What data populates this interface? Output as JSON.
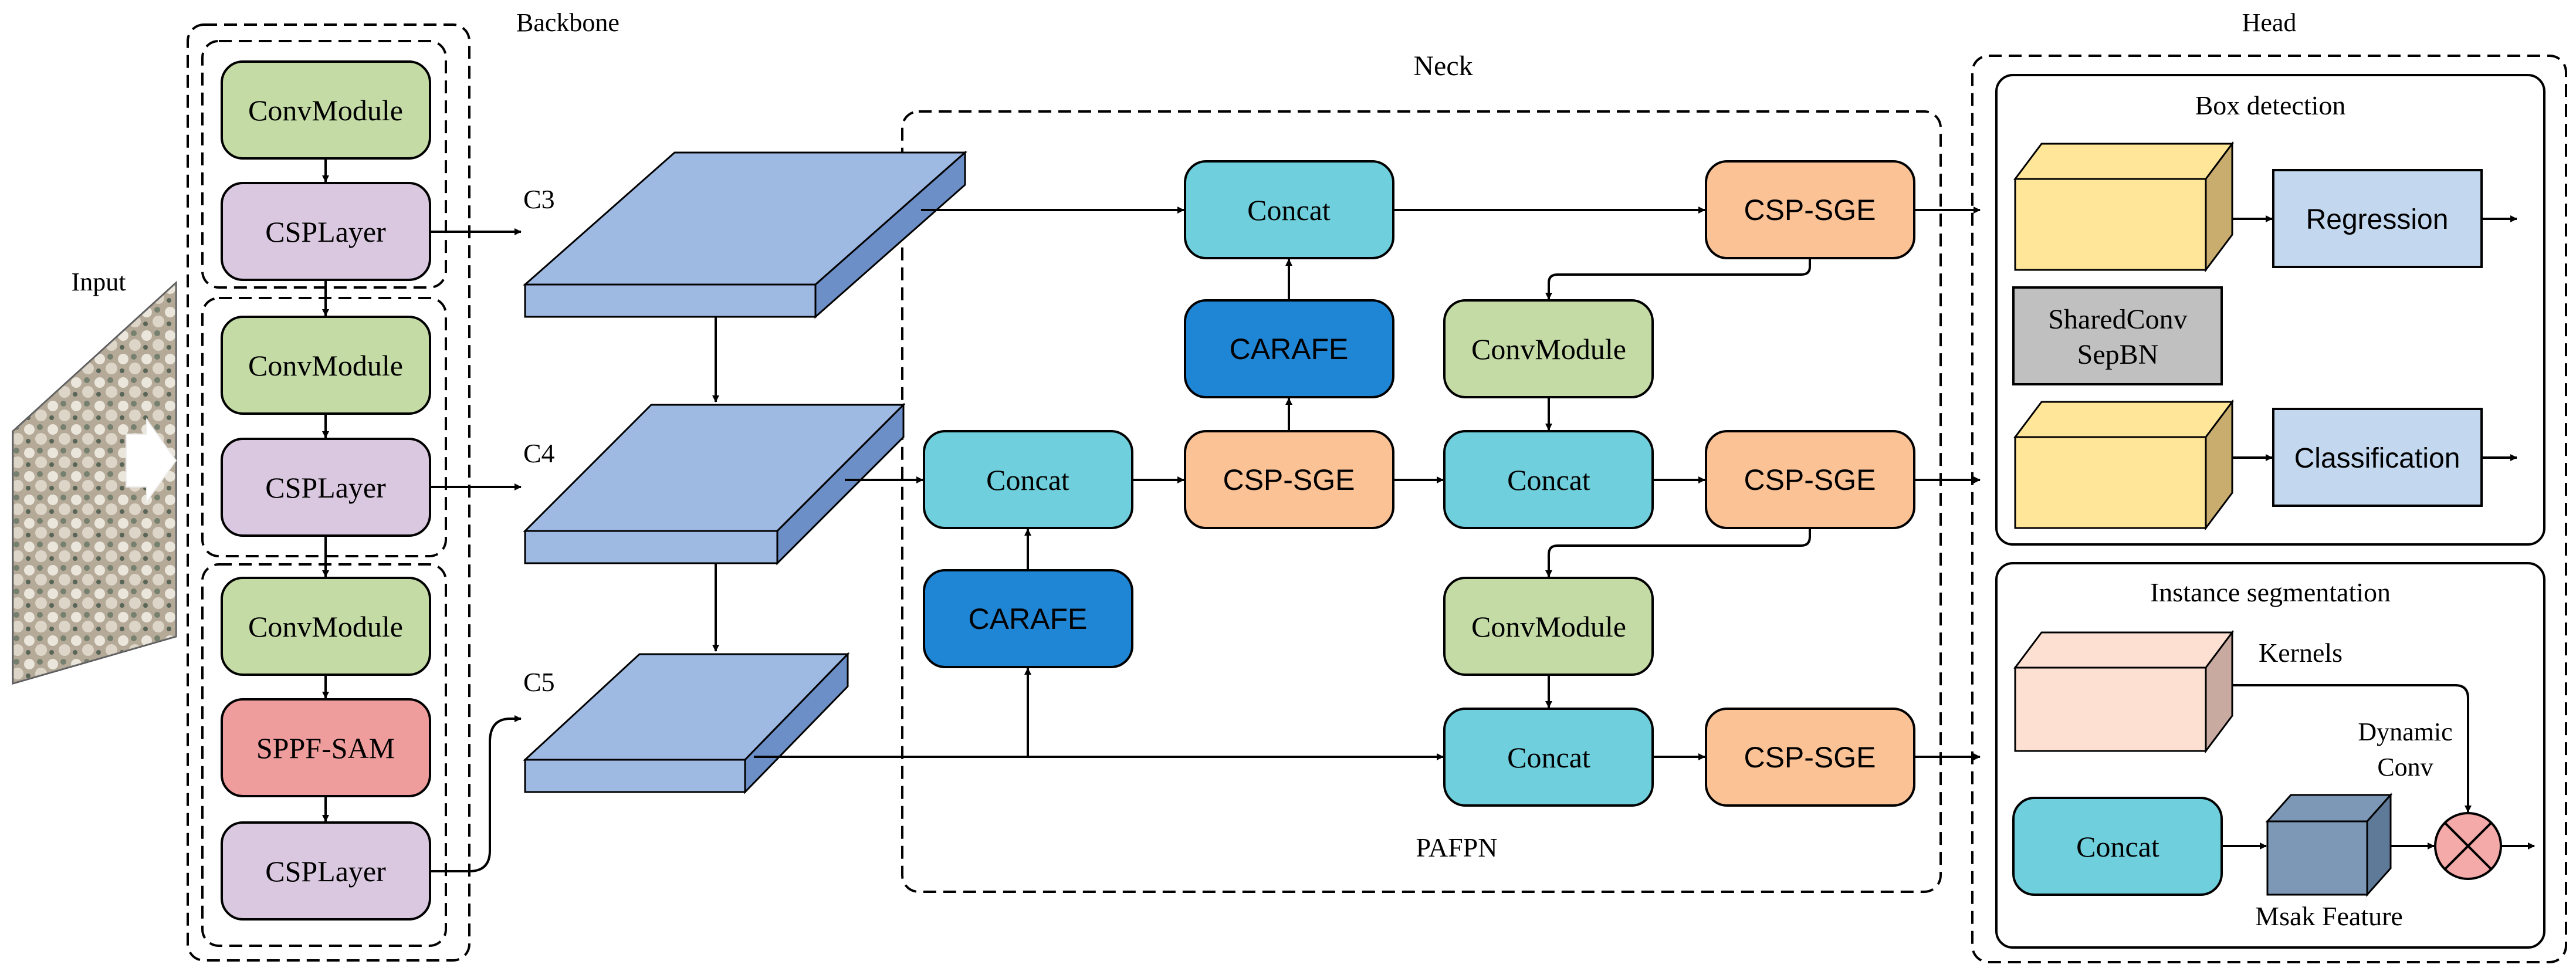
{
  "sections": {
    "backbone": "Backbone",
    "neck": "Neck",
    "head": "Head",
    "input": "Input",
    "pafpn": "PAFPN"
  },
  "backbone": {
    "conv1": "ConvModule",
    "csp1": "CSPLayer",
    "conv2": "ConvModule",
    "csp2": "CSPLayer",
    "conv3": "ConvModule",
    "sppf": "SPPF-SAM",
    "csp3": "CSPLayer"
  },
  "features": {
    "c3": "C3",
    "c4": "C4",
    "c5": "C5"
  },
  "neck": {
    "concat_top": "Concat",
    "carafe_top": "CARAFE",
    "csp_sge_mid_left": "CSP-SGE",
    "concat_mid_left": "Concat",
    "carafe_low": "CARAFE",
    "csp_sge_top": "CSP-SGE",
    "conv_upper": "ConvModule",
    "concat_mid_right": "Concat",
    "csp_sge_mid_right": "CSP-SGE",
    "conv_lower": "ConvModule",
    "concat_bottom": "Concat",
    "csp_sge_bottom": "CSP-SGE"
  },
  "head": {
    "box_title": "Box detection",
    "regression": "Regression",
    "shared_line1": "SharedConv",
    "shared_line2": "SepBN",
    "classification": "Classification",
    "seg_title": "Instance segmentation",
    "kernels": "Kernels",
    "dynamic_line1": "Dynamic",
    "dynamic_line2": "Conv",
    "concat": "Concat",
    "mask_feature": "Msak Feature"
  },
  "colors": {
    "green": "#c5dba5",
    "lilac": "#d9c8e0",
    "red": "#ef9c9c",
    "cyan": "#6fcfdd",
    "blue_dark": "#1f86d6",
    "orange": "#fbc296",
    "light_blue": "#c3d8ef",
    "gray": "#c0c0c0",
    "slab_top": "#9eb9e2",
    "slab_side": "#6b8fc6",
    "yellow": "#ffe699",
    "peach": "#fde0d2",
    "mask_blue": "#7d98b6",
    "cross": "#f4aaa8"
  }
}
